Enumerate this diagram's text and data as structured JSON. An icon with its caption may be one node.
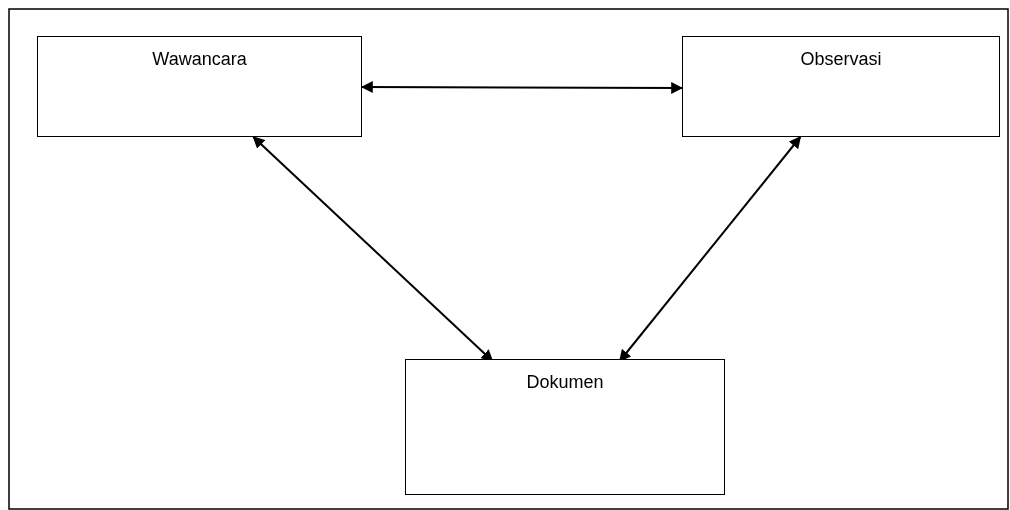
{
  "diagram": {
    "nodes": [
      {
        "text": [
          "Wawancara"
        ]
      },
      {
        "text": [
          "Observasi"
        ]
      },
      {
        "text": [
          "Dokumen"
        ]
      }
    ],
    "edges": [
      {
        "from": 0,
        "to": 1,
        "arrow": "both"
      },
      {
        "from": 0,
        "to": 2,
        "arrow": "both"
      },
      {
        "from": 1,
        "to": 2,
        "arrow": "both"
      }
    ]
  }
}
